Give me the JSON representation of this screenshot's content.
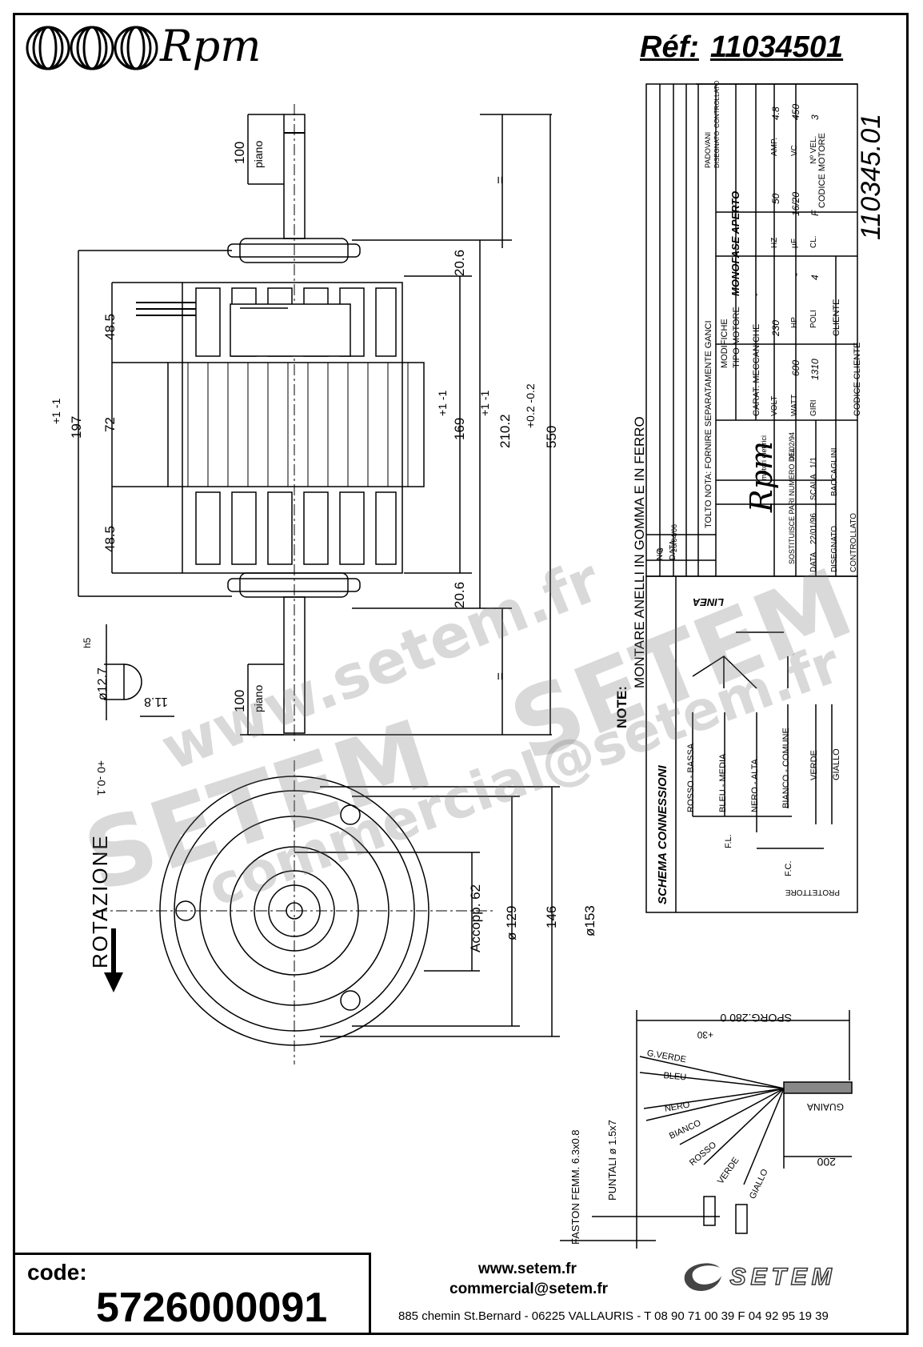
{
  "header": {
    "brand": "Rpm",
    "ref_label": "Réf:",
    "ref_number": "11034501"
  },
  "dimensions": {
    "top_plano": "100",
    "top_plano_word": "piano",
    "bottom_plano": "100",
    "bottom_plano_word": "piano",
    "equal_sign": "=",
    "d_20_6_top": "20.6",
    "d_20_6_bottom": "20.6",
    "d_48_5_top": "48.5",
    "d_72": "72",
    "d_48_5_bottom": "48.5",
    "d_197": "197",
    "d_197_tol": "+1 -1",
    "d_169": "169",
    "d_169_tol": "+1 -1",
    "d_210_2": "210.2",
    "d_210_2_tol": "+1 -1",
    "d_550": "550",
    "d_550_tol": "+0.2 -0.2",
    "shaft_dia": "ø12.7",
    "shaft_tol": "h5",
    "flat_width": "11.8",
    "flat_tol": "+0 -0.1",
    "accopp": "Accopp. 62",
    "dia_129": "ø 129",
    "d_146": "146",
    "dia_153": "ø153",
    "rotation": "ROTAZIONE"
  },
  "note": {
    "label": "NOTE:",
    "text": "MONTARE ANELLI IN GOMMA E IN FERRO"
  },
  "title_block": {
    "rev_rows": [
      {
        "no": "-",
        "date": "-",
        "text": "-"
      },
      {
        "no": "-",
        "date": "-",
        "text": "-"
      },
      {
        "no": "-",
        "date": "-",
        "text": "-"
      },
      {
        "no": "-",
        "date": "-",
        "text": "-"
      },
      {
        "no": "6",
        "date": "26/04/06",
        "text": "TOLTO NOTA: FORNIRE SEPARATAMENTE GANCI"
      }
    ],
    "col_no": "NO",
    "col_data": "DATA",
    "col_modifiche": "MODIFICHE",
    "col_disegnato": "DISEGNATO",
    "col_controllato": "CONTROLLATO",
    "col_padovani": "PADOVANI",
    "tipo_motore_label": "TIPO MOTORE",
    "tipo_motore_value": "MONOFASE APERTO",
    "carat_label": "CARAT. MECCANICHE",
    "carat_value": "-",
    "volt_label": "VOLT",
    "volt_value": "230",
    "hz_label": "HZ",
    "hz_value": "50",
    "amp_label": "AMP.",
    "amp_value": "4.8",
    "watt_label": "WATT",
    "watt_value": "600",
    "hp_label": "HP",
    "hp_value": "-",
    "uf_label": "µF",
    "uf_value": "16/20",
    "vc_label": "VC",
    "vc_value": "450",
    "giri_label": "GIRI",
    "giri_value": "1310",
    "poli_label": "POLI",
    "poli_value": "4",
    "cl_label": "CL.",
    "cl_value": "F",
    "vel_label": "Nº VEL.",
    "vel_value": "3",
    "cliente_label": "CLIENTE",
    "codice_motore_label": "CODICE MOTORE",
    "codice_motore_value": "110345.01",
    "codice_cliente_label": "CODICE CLIENTE",
    "company_sub": "motori elettrici",
    "sostituisce": "SOSTITUISCE PARI NUMERO DEL",
    "sostituisce_date": "01/02/94",
    "data_label": "DATA",
    "data_value": "22/01/96",
    "scala_label": "SCALA",
    "scala_value": "1/1",
    "disegnato_label": "DISEGNATO",
    "disegnato_value": "BACCAGLINI",
    "controllato_label": "CONTROLLATO"
  },
  "schema": {
    "title": "SCHEMA CONNESSIONI",
    "linea": "LINEA",
    "wires": [
      "ROSSO - BASSA",
      "BLEU - MEDIA",
      "NERO - ALTA",
      "BIANCO - COMUNE",
      "VERDE",
      "GIALLO"
    ],
    "fl": "F.L.",
    "fc": "F.C.",
    "protettore": "PROTETTORE"
  },
  "leads": {
    "sporg": "SPORG.280 0",
    "sporg_tol": "+30",
    "guaina": "GUAINA",
    "d_200": "200",
    "colors": [
      "G.VERDE",
      "BLEU",
      "NERO",
      "BIANCO",
      "ROSSO",
      "VERDE",
      "GIALLO"
    ],
    "puntali": "PUNTALI ø 1.5x7",
    "faston": "FASTON FEMM. 6.3x0.8"
  },
  "footer": {
    "code_label": "code:",
    "code_value": "5726000091",
    "web": "www.setem.fr",
    "email": "commercial@setem.fr",
    "address": "885 chemin St.Bernard  -  06225 VALLAURIS  -  T 08 90 71 00 39   F 04 92 95 19 39",
    "setem_brand": "SETEM"
  },
  "watermarks": [
    "www.setem.fr",
    "SETEM",
    "commercial@setem.fr",
    "SETEM"
  ]
}
